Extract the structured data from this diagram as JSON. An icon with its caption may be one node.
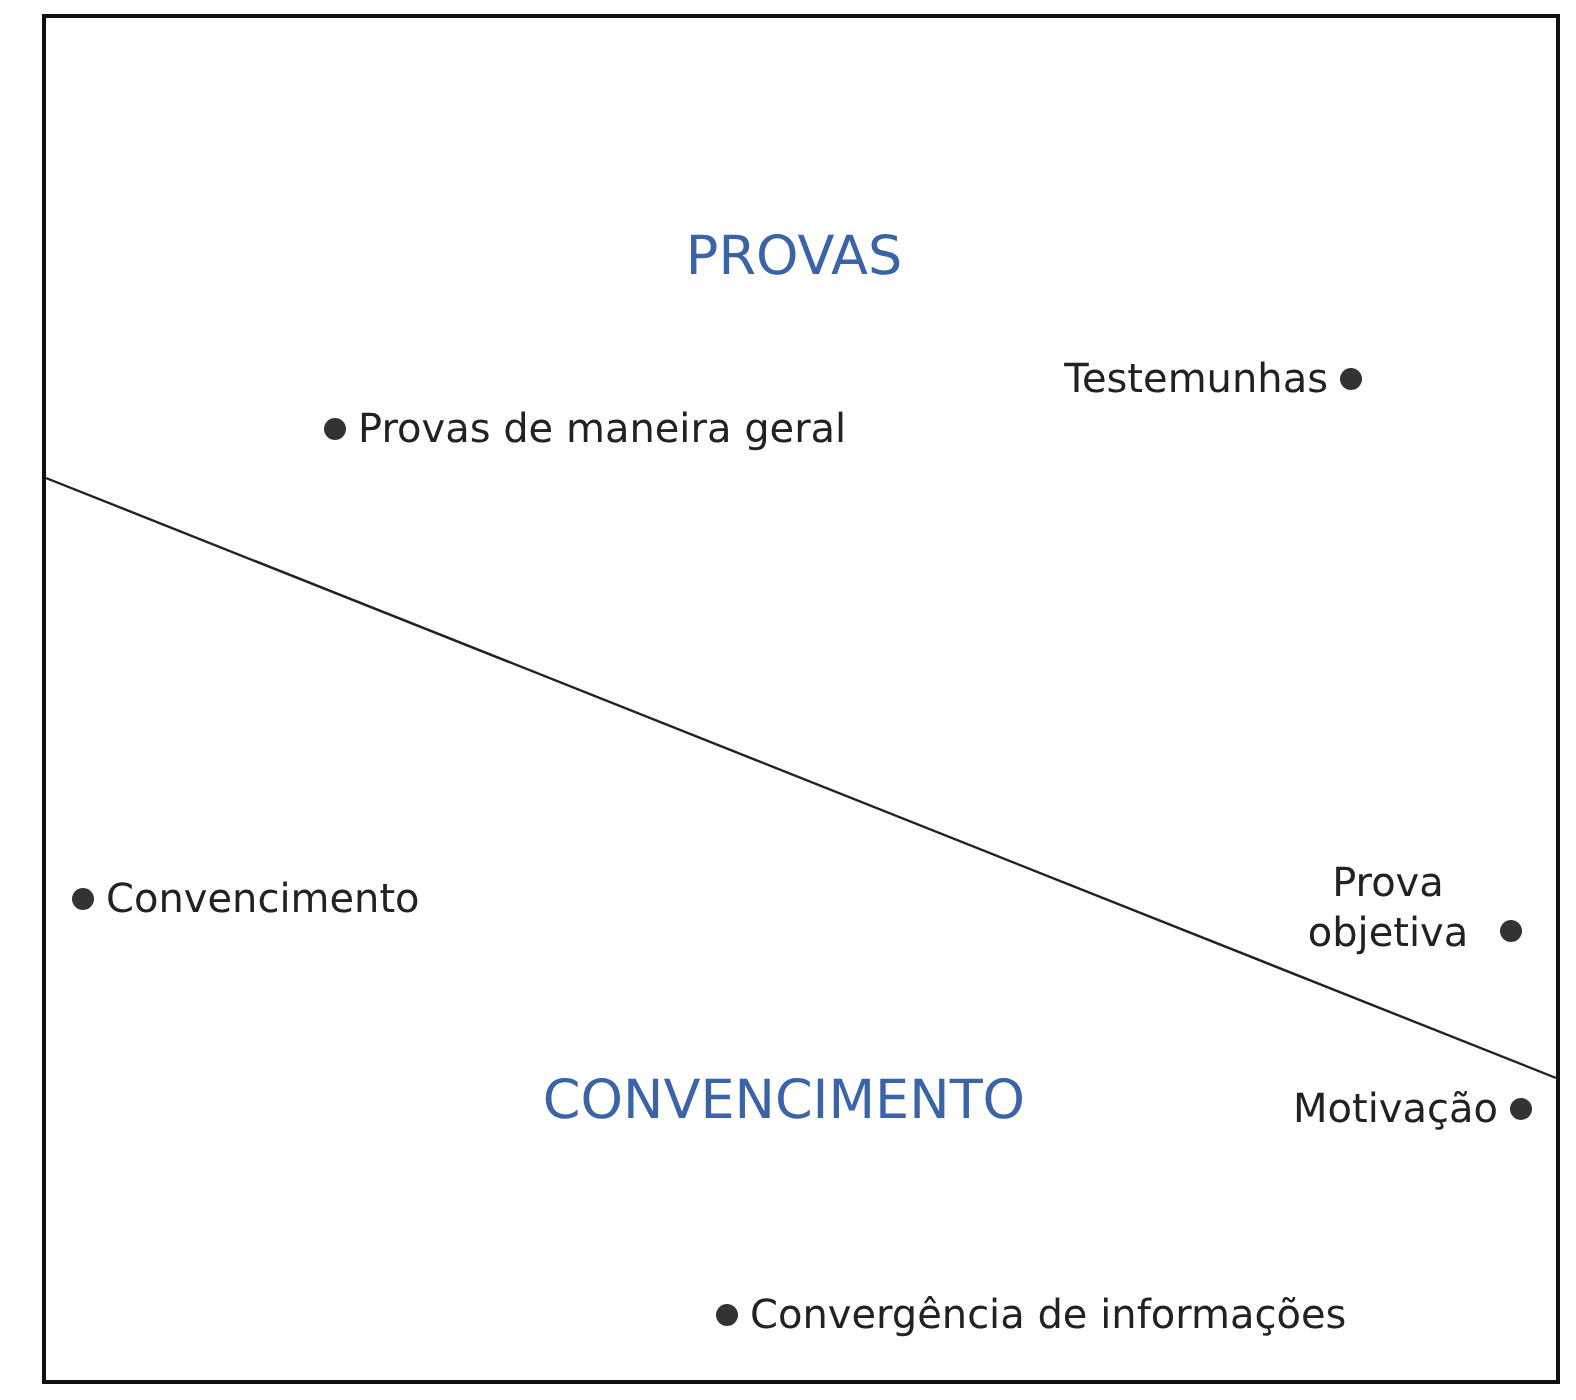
{
  "diagram": {
    "labels": [
      "PROVAS",
      "Testemunhas",
      "Provas de maneira geral",
      "Convencimento",
      "Prova objetiva",
      "CONVENCIMENTO",
      "Motivação",
      "Convergência de informações"
    ]
  }
}
